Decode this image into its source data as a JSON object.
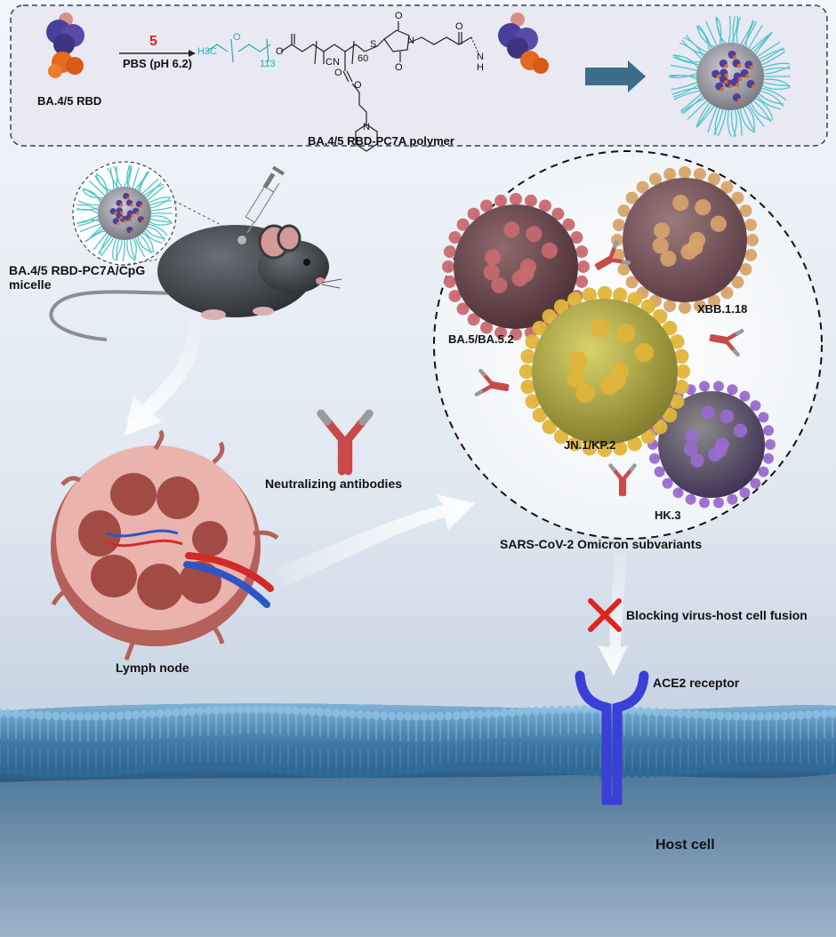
{
  "scheme": {
    "reagent_number": "5",
    "condition": "PBS (pH 6.2)",
    "start_label": "BA.4/5 RBD",
    "product_label": "BA.4/5 RBD-PC7A polymer",
    "peg_group": "H3C",
    "peg_o": "O",
    "peg_repeat": "113",
    "ester_o": "O",
    "block_repeat": "60",
    "cn": "CN",
    "side_o1": "O",
    "side_o2": "O",
    "ring_n": "N",
    "sulfur": "S",
    "imide_o_top": "O",
    "imide_o_bottom": "O",
    "imide_n": "N",
    "amide_o": "O",
    "amide_n": "N",
    "amide_h": "H"
  },
  "labels": {
    "micelle": "BA.4/5 RBD-PC7A/CpG micelle",
    "lymph_node": "Lymph node",
    "antibodies": "Neutralizing antibodies",
    "variant_1": "BA.5/BA.5.2",
    "variant_2": "XBB.1.18",
    "variant_3": "JN.1/KP.2",
    "variant_4": "HK.3",
    "omicron": "SARS-CoV-2 Omicron subvariants",
    "blocking": "Blocking virus-host cell fusion",
    "ace2": "ACE2 receptor",
    "host_cell": "Host cell"
  },
  "colors": {
    "background_top": "#f3f6fb",
    "background_bottom": "#b9c9dd",
    "membrane": "#4b86b4",
    "cell_interior": "#1f4d70",
    "ace2": "#3a3fd6",
    "antibody": "#c94a4a",
    "micelle_shell": "#4fc4cc",
    "variant_yellow": "#e0b53a",
    "variant_purple": "#9a6bd0",
    "variant_red": "#c86a70",
    "variant_tan": "#d7a46a",
    "block_cross": "#e0231c"
  }
}
